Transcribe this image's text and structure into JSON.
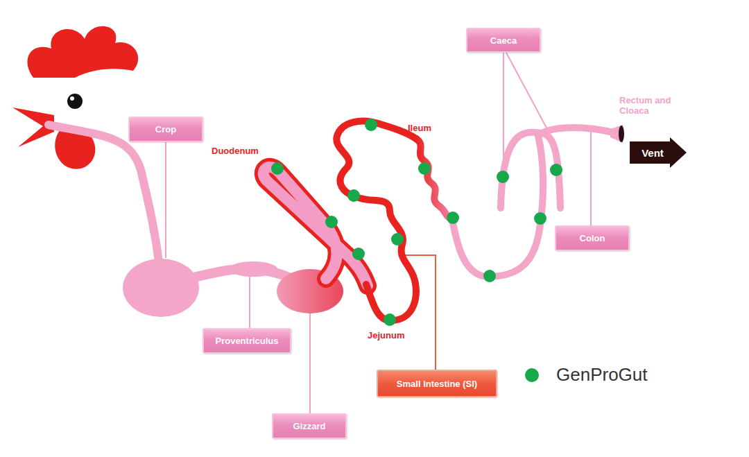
{
  "diagram": {
    "nodes": [
      {
        "text": [
          "Crop"
        ]
      },
      {
        "text": [
          "Caeca"
        ]
      },
      {
        "text": [
          "Vent"
        ]
      },
      {
        "text": [
          "Colon"
        ]
      },
      {
        "text": [
          "Proventriculus"
        ]
      },
      {
        "text": [
          "Small Intestine (SI)"
        ]
      },
      {
        "text": [
          "Gizzard"
        ]
      }
    ],
    "labels": [
      "Duodenum",
      "Ileum",
      "Rectum and Cloaca",
      "Jejunum"
    ],
    "legend": [
      {
        "text": "GenProGut",
        "color": "#16a84b"
      }
    ]
  }
}
